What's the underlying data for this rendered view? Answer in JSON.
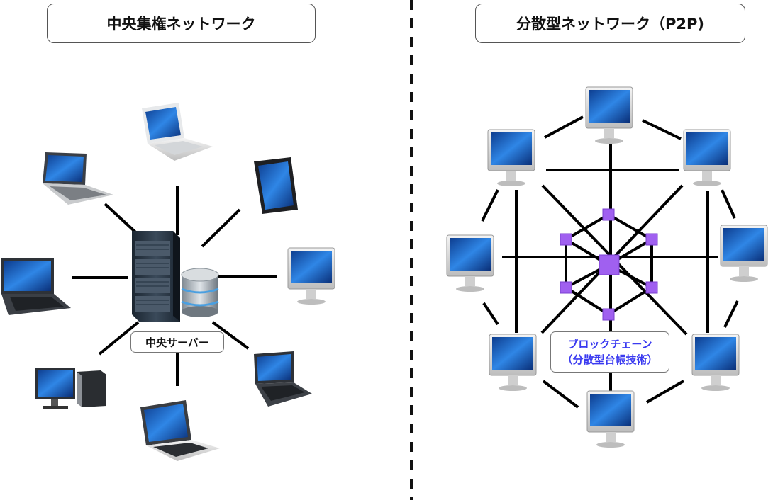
{
  "left_panel": {
    "title": "中央集権ネットワーク",
    "server_label": "中央サーバー"
  },
  "right_panel": {
    "title": "分散型ネットワーク（P2P)",
    "blockchain_label_line1": "ブロックチェーン",
    "blockchain_label_line2": "（分散型台帳技術）"
  },
  "colors": {
    "line": "#111111",
    "blockchain_text": "#3a3af0",
    "cube": "#a060f0",
    "screen": "#1f6fd6"
  }
}
